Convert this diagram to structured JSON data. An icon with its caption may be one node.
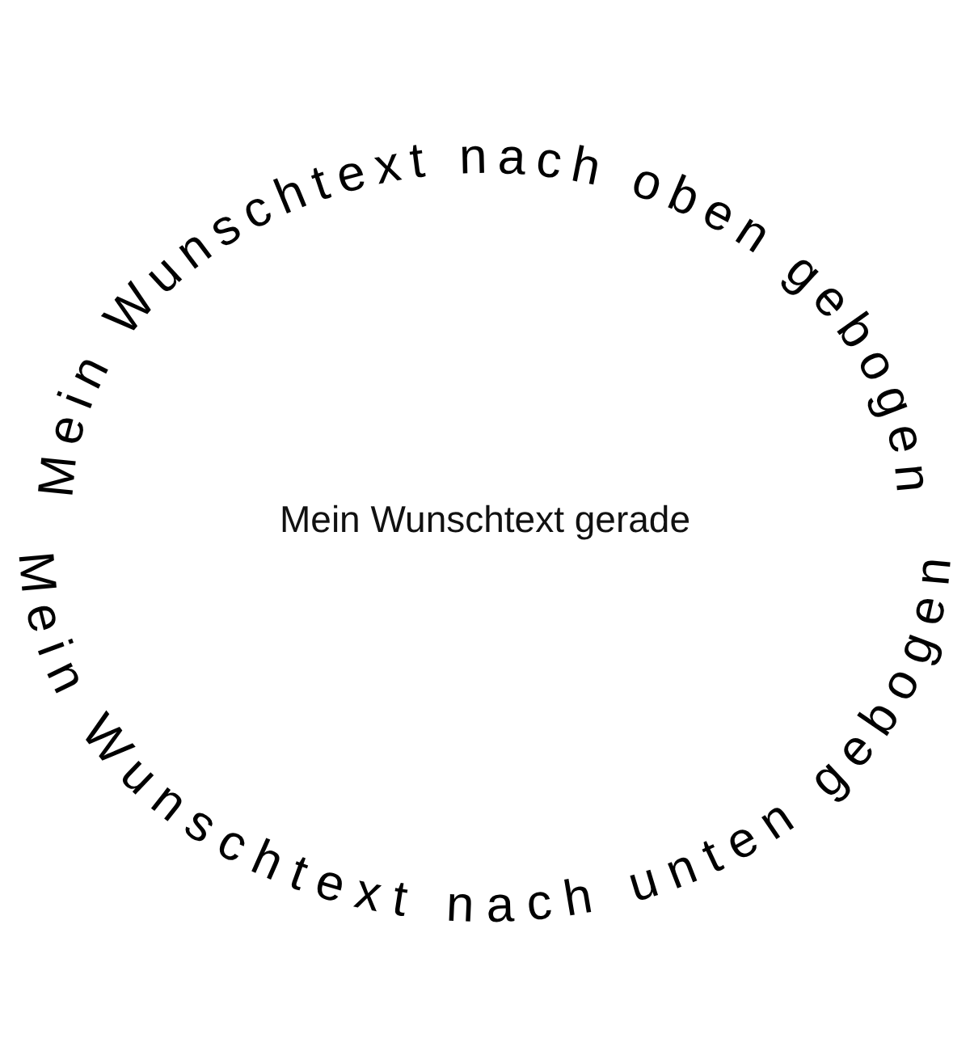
{
  "diagram": {
    "labels": [
      "Mein Wunschtext nach oben gebogen",
      "Mein Wunschtext gerade",
      "Mein Wunschtext nach unten gebogen"
    ]
  }
}
